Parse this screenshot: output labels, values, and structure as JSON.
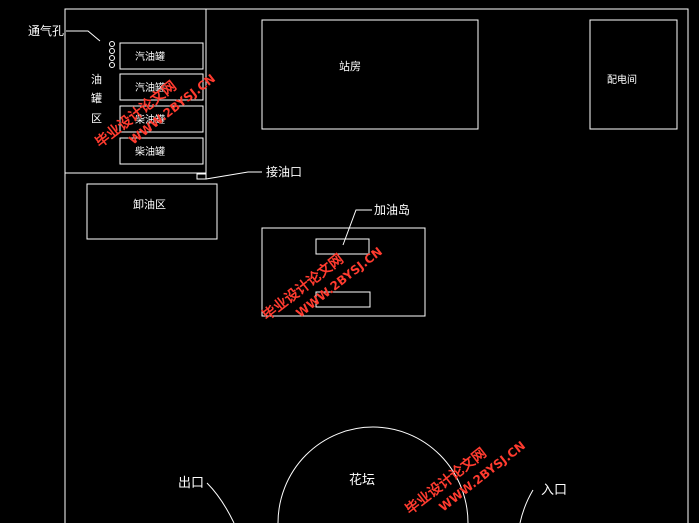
{
  "labels": {
    "vent": "通气孔",
    "tank_area": [
      "油",
      "罐",
      "区"
    ],
    "tanks": [
      "汽油罐",
      "汽油罐",
      "柴油罐",
      "柴油罐"
    ],
    "station_house": "站房",
    "power_room": "配电间",
    "oil_inlet": "接油口",
    "unloading_area": "卸油区",
    "fuel_island": "加油岛",
    "flower_bed": "花坛",
    "exit": "出口",
    "entrance": "入口"
  },
  "watermarks": [
    {
      "site": "WWW.2BYSJ.CN",
      "name": "毕业设计论文网"
    },
    {
      "site": "WWW.2BYSJ.CN",
      "name": "毕业设计论文网"
    },
    {
      "site": "WWW.2BYSJ.CN",
      "name": "毕业设计论文网"
    }
  ],
  "colors": {
    "background": "#000000",
    "lines": "#ffffff",
    "watermark": "#ff3b2f"
  }
}
